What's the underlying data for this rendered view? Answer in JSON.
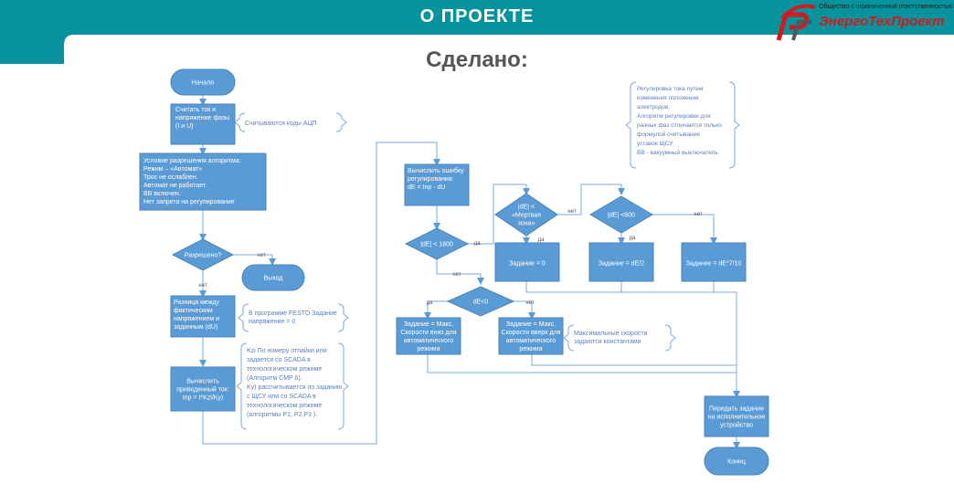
{
  "header": {
    "title": "О ПРОЕКТЕ"
  },
  "logo": {
    "company_type": "Общество с ограниченной ответственностью",
    "name": "ЭнергоТехПроект"
  },
  "subtitle": "Сделано:",
  "colors": {
    "teal": "#07939e",
    "box": "#5b9bd5",
    "box_dark": "#4a83b8",
    "line": "#7ea8d8",
    "note": "#5b7fbd"
  },
  "flow": {
    "start": "Начало",
    "read": [
      "Считать ток и",
      "напряжение фазы",
      "(I и U)"
    ],
    "read_note": "Считываются коды АЦП",
    "conditions": [
      "Условие разрешения алгоритма:",
      "Режим – «Автомат»",
      "Трос не ослаблен.",
      "Автомат не работает.",
      "ВВ включен.",
      "Нет запрета на регулирование"
    ],
    "allowed": "Разрешено?",
    "exit": "Выход",
    "diff": [
      "Разница между",
      "фактическим",
      "напряжением и",
      "заданным (dU)"
    ],
    "diff_note": [
      "В программе FESTO Задание",
      "напряжение = 0"
    ],
    "calc": [
      "Вычислить",
      "приведенный ток:",
      "Inp = I*Kzi/Kу)"
    ],
    "calc_note": [
      "Kzi По номеру отпайки или",
      "задается со SCADA в",
      "технологическом режиме",
      "(Алгоритм CMP 6).",
      "Kу) рассчитывается по заданию",
      "с ЩСУ или со SCADA в",
      "технологическом режиме",
      "(алгоритмы P1, P2,P3 )."
    ],
    "error": [
      "Вычислить ошибку",
      "регулирования:",
      "dE = Inp - dU"
    ],
    "check_1800": "|dE| < 1800",
    "check_dead": [
      "|dE| <",
      "«Мертвая",
      "зона»"
    ],
    "check_600": "|dE| <600",
    "task_zero": "Задание = 0",
    "task_half": "Задание = dE/2",
    "task_710": "Задание = dE*7/10",
    "sign": "dE<0",
    "task_max_up": [
      "Задание = Макс.",
      "Скорости вниз для",
      "автоматического",
      "режима"
    ],
    "task_max_down": [
      "Задание = Макс.",
      "Скорости вверх для",
      "автоматического",
      "режима"
    ],
    "max_note": [
      "Максимальные скорости",
      "задаются константами"
    ],
    "send": [
      "Передать задание",
      "на исполнительное",
      "устройство"
    ],
    "end": "Конец",
    "side_note": [
      "Регулировка тока путем",
      "изменения положения",
      "электродов.",
      "Алгоритм регулировки для",
      "разных фаз отличается только",
      "формулой считывания",
      "уставок ЩСУ.",
      "",
      "ВВ - вакуумный выключатель"
    ],
    "yes": "да",
    "no": "нет"
  }
}
